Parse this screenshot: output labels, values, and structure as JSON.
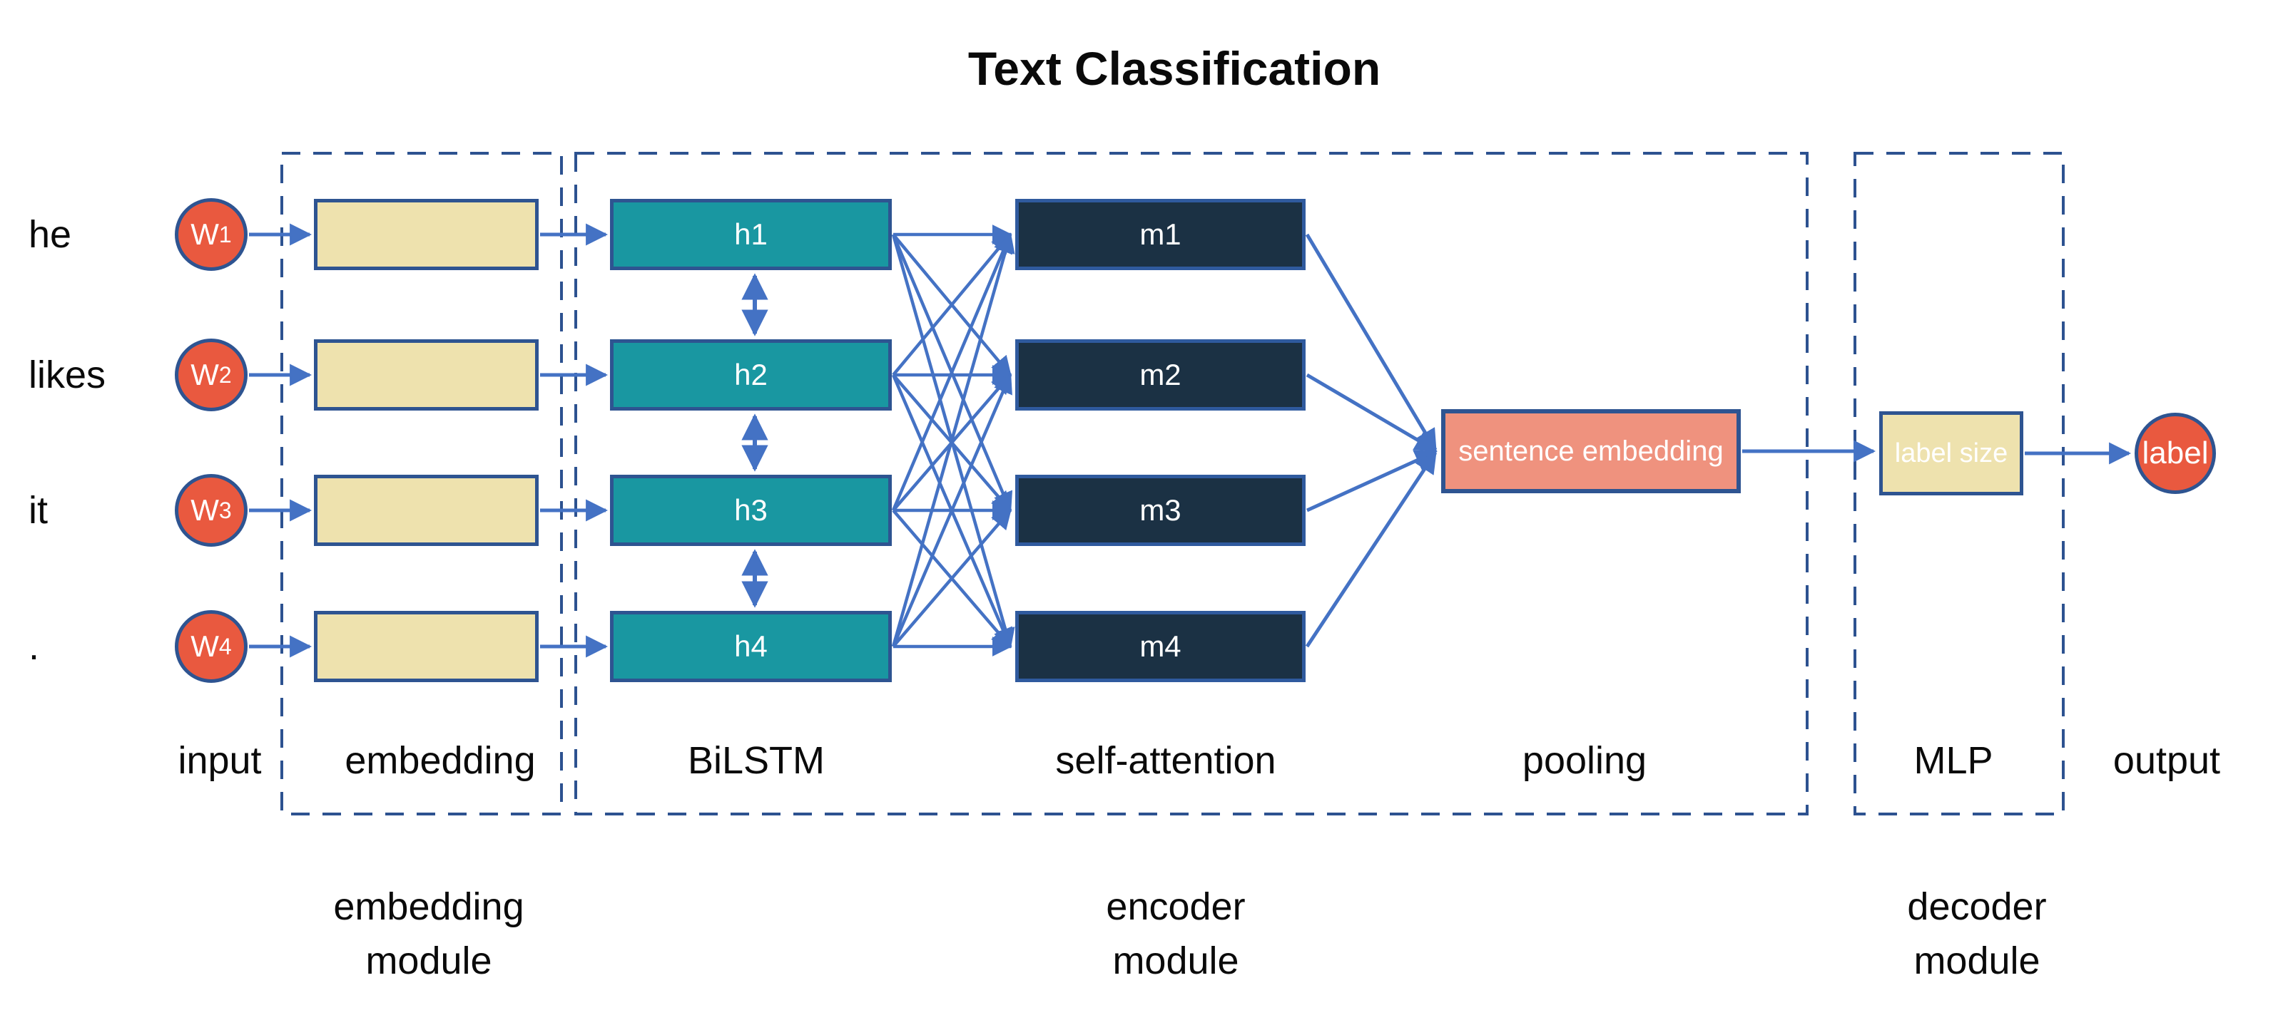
{
  "title": "Text Classification",
  "rows": [
    {
      "word": "he",
      "w": "W",
      "w_sub": "1",
      "h": "h1",
      "m": "m1"
    },
    {
      "word": "likes",
      "w": "W",
      "w_sub": "2",
      "h": "h2",
      "m": "m2"
    },
    {
      "word": "it",
      "w": "W",
      "w_sub": "3",
      "h": "h3",
      "m": "m3"
    },
    {
      "word": ".",
      "w": "W",
      "w_sub": "4",
      "h": "h4",
      "m": "m4"
    }
  ],
  "pooling_box": {
    "label": "sentence embedding"
  },
  "mlp_box": {
    "label": "label size"
  },
  "output_circle": {
    "label": "label"
  },
  "stage_labels": {
    "input": "input",
    "embedding": "embedding",
    "bilstm": "BiLSTM",
    "self_attention": "self-attention",
    "pooling": "pooling",
    "mlp": "MLP",
    "output": "output"
  },
  "module_captions": {
    "embedding": {
      "line1": "embedding",
      "line2": "module"
    },
    "encoder": {
      "line1": "encoder",
      "line2": "module"
    },
    "decoder": {
      "line1": "decoder",
      "line2": "module"
    }
  },
  "colors": {
    "arrow": "#4472C4",
    "box_border": "#2E5491",
    "dashed_border": "#2D5290",
    "word_circle_fill": "#E9593F",
    "embedding_fill": "#EEE2AE",
    "bilstm_fill": "#1997A1",
    "attention_fill": "#1B3144",
    "pooling_fill": "#EF927E",
    "mlp_fill": "#EEE2AE",
    "output_fill": "#E9593F"
  }
}
